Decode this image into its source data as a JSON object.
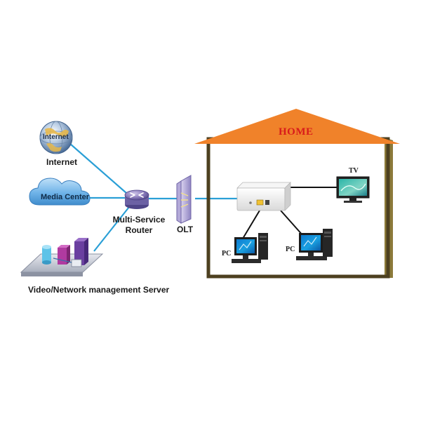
{
  "nodes": {
    "internet": {
      "label": "Internet",
      "globe_text": "Internet"
    },
    "media_center": {
      "label": "Media Center"
    },
    "router": {
      "label_line1": "Multi-Service",
      "label_line2": "Router"
    },
    "olt": {
      "label": "OLT"
    },
    "server": {
      "label": "Video/Network management Server"
    },
    "tv": {
      "label": "TV"
    },
    "pc_left": {
      "label": "PC"
    },
    "pc_right": {
      "label": "PC"
    }
  },
  "home": {
    "title": "HOME"
  },
  "colors": {
    "link_line": "#2a9fd6",
    "roof": "#f0822a",
    "house_wall": "#4d4020",
    "house_wall_light": "#8c7a3a",
    "home_title": "#d81b1b",
    "cloud_fill": "#6fb3e8",
    "router_body": "#7c6fae"
  }
}
